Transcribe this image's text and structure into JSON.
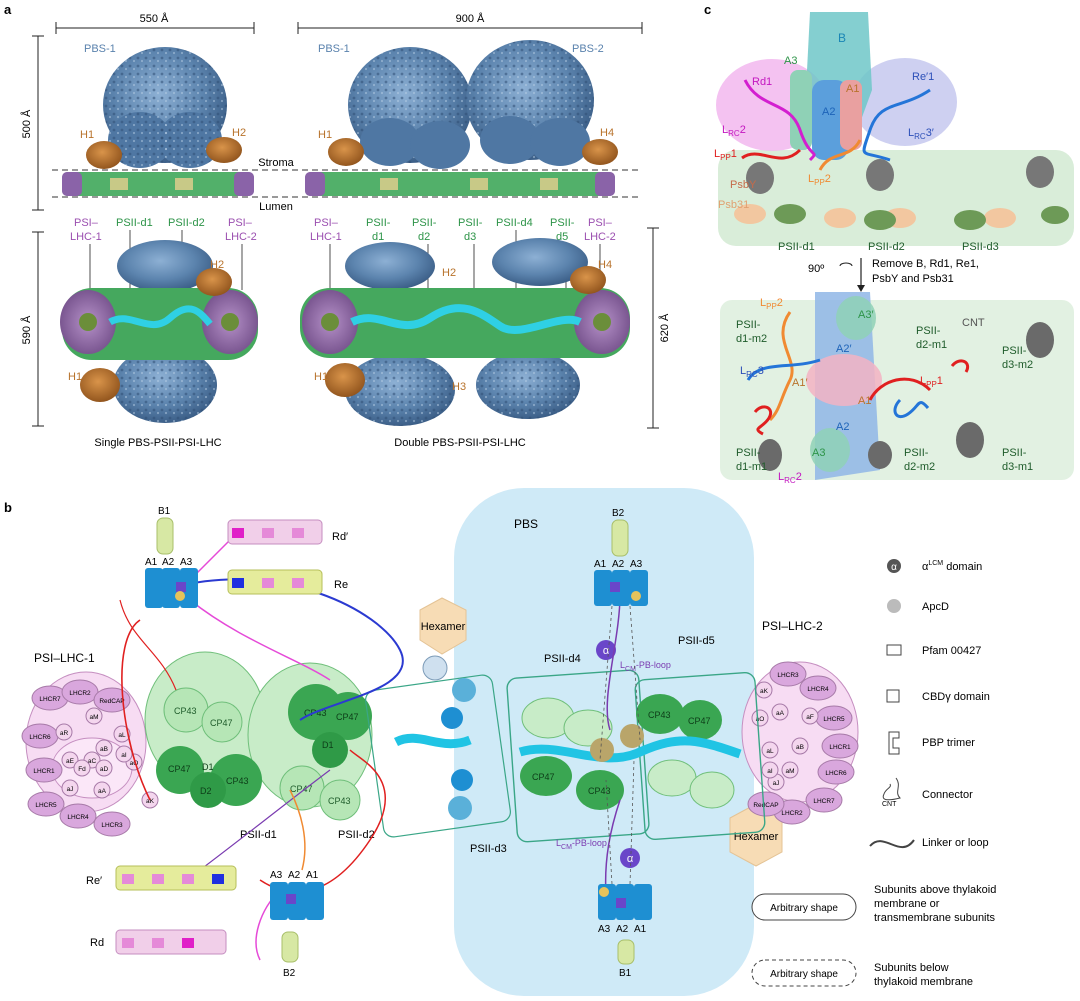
{
  "panels": {
    "a": "a",
    "b": "b",
    "c": "c"
  },
  "panel_a": {
    "scale_top_left": "550 Å",
    "scale_top_right": "900 Å",
    "scale_left_top": "500 Å",
    "scale_left_bottom": "590 Å",
    "scale_right_bottom": "620 Å",
    "pbs1": "PBS-1",
    "pbs2": "PBS-2",
    "stroma": "Stroma",
    "lumen": "Lumen",
    "h1": "H1",
    "h2": "H2",
    "h3": "H3",
    "h4": "H4",
    "psi_lhc1_a": "PSI–",
    "psi_lhc1_b": "LHC-1",
    "psi_lhc2_b": "LHC-2",
    "psii_d1": "PSII-d1",
    "psii_d2": "PSII-d2",
    "psii": "PSII-",
    "d1": "d1",
    "d2": "d2",
    "d3": "d3",
    "psii_d4": "PSII-d4",
    "d5": "d5",
    "caption_single": "Single PBS-PSII-PSI-LHC",
    "caption_double": "Double PBS-PSII-PSI-LHC",
    "colors": {
      "pbs": "#5a82ad",
      "h": "#b8732c",
      "psii": "#3fa75a",
      "psi": "#9b6fb5",
      "cyan": "#2fd0e4",
      "tan": "#e6cf8e"
    }
  },
  "panel_c": {
    "B": "B",
    "A1": "A1",
    "A2": "A2",
    "A3": "A3",
    "A1p": "A1′",
    "A2p": "A2′",
    "A3p": "A3′",
    "Rd1": "Rd1",
    "Re1": "Re′1",
    "Lrc2": "L",
    "Lrc3": "L",
    "Lpp1": "L",
    "Lpp2": "L",
    "PsbY": "PsbY",
    "Psb31": "Psb31",
    "psii_d1": "PSII-d1",
    "psii_d2": "PSII-d2",
    "psii_d3": "PSII-d3",
    "rotate": "90º",
    "remove1": "Remove B, Rd1, Re1,",
    "remove2": "PsbY and Psb31",
    "d1m2_a": "PSII-",
    "d1m2_b": "d1-m2",
    "d2m1_b": "d2-m1",
    "d3m2_b": "d3-m2",
    "d1m1_b": "d1-m1",
    "d2m2_b": "d2-m2",
    "d3m1_b": "d3-m1",
    "CNT": "CNT"
  },
  "panel_b": {
    "PBS": "PBS",
    "B1": "B1",
    "B2": "B2",
    "Rd": "Rd",
    "Re": "Re",
    "Rd_p": "Rd′",
    "Re_p": "Re′",
    "A1": "A1",
    "A2": "A2",
    "A3": "A3",
    "alpha": "α",
    "D": "D",
    "Hexamer": "Hexamer",
    "PSI_LHC1": "PSI–LHC-1",
    "PSI_LHC2": "PSI–LHC-2",
    "PSII_d1": "PSII-d1",
    "PSII_d2": "PSII-d2",
    "PSII_d3": "PSII-d3",
    "PSII_d4": "PSII-d4",
    "PSII_d5": "PSII-d5",
    "pbloop": "PB-loop",
    "CP43": "CP43",
    "CP47": "CP47",
    "D1": "D1",
    "D2": "D2",
    "lhc1_list": [
      "LHCR7",
      "LHCR2",
      "RedCAP",
      "LHCR6",
      "LHCR1",
      "LHCR5",
      "LHCR4",
      "LHCR3",
      "aR",
      "aM",
      "aL",
      "aB",
      "aE",
      "aC",
      "Fd",
      "aD",
      "aO",
      "aA",
      "aJ",
      "aK",
      "aI"
    ],
    "lhc2_list": [
      "LHCR3",
      "LHCR4",
      "LHCR5",
      "LHCR1",
      "LHCR6",
      "LHCR7",
      "LHCR2",
      "RedCAP",
      "aK",
      "aA",
      "aF",
      "aO",
      "aL",
      "aB",
      "aJ",
      "aM",
      "aI"
    ]
  },
  "legend": {
    "alpha_domain": "α",
    "alpha_domain_sup": "LCM",
    "alpha_domain_rest": " domain",
    "apcd": "ApcD",
    "pfam": "Pfam 00427",
    "cbd": "CBDγ domain",
    "pbp": "PBP trimer",
    "connector": "Connector",
    "cnt": "CNT",
    "linker": "Linker or loop",
    "arbitrary": "Arbitrary shape",
    "above_1": "Subunits above thylakoid",
    "above_2": "membrane or",
    "above_3": "transmembrane subunits",
    "below_1": "Subunits below",
    "below_2": "thylakoid membrane"
  }
}
